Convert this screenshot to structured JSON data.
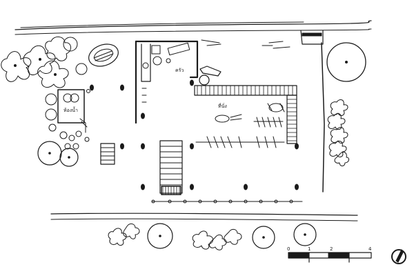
{
  "plan": {
    "label_bathroom": "ห้องน้ำ",
    "label_kitchen": "ครัว",
    "label_dining": "ที่นั่ง"
  },
  "scale_bar": {
    "ticks": [
      "0",
      "1",
      "2",
      "4"
    ]
  },
  "colors": {
    "ink": "#1a1a1a",
    "paper": "#ffffff"
  }
}
